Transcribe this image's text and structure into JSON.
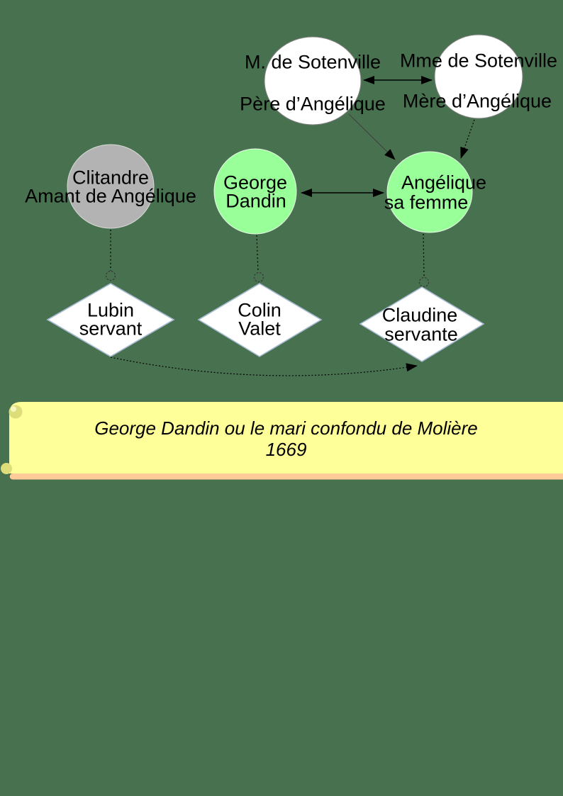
{
  "page": {
    "background": "#487150"
  },
  "diagram": {
    "nodes": {
      "sotenville_m": {
        "line1": "M. de Sotenville",
        "line2": "Père d’Angélique",
        "fill": "#FFFFFF"
      },
      "sotenville_mme": {
        "line1": "Mme de Sotenville",
        "line2": "Mère d’Angélique",
        "fill": "#FFFFFF"
      },
      "clitandre": {
        "line1": "Clitandre",
        "line2": "Amant de Angélique",
        "fill": "#B3B3B3"
      },
      "george": {
        "line1": "George",
        "line2": "Dandin",
        "fill": "#99FF99"
      },
      "angelique": {
        "line1": "Angélique",
        "line2": "sa femme",
        "fill": "#99FF99"
      },
      "lubin": {
        "line1": "Lubin",
        "line2": "servant",
        "fill": "#FFFFFF"
      },
      "colin": {
        "line1": "Colin",
        "line2": "Valet",
        "fill": "#FFFFFF"
      },
      "claudine": {
        "line1": "Claudine",
        "line2": "servante",
        "fill": "#FFFFFF"
      }
    },
    "colors": {
      "edge": "#000000",
      "circle_border": "#808080",
      "diamond_border": "#A6BAD2",
      "node_green": "#99FF99",
      "node_gray": "#B3B3B3"
    }
  },
  "banner": {
    "title": "George Dandin ou le mari confondu de Molière",
    "year": "1669",
    "fill": "#FFFF99",
    "underside": "#FFCC99",
    "curl": "#DDDD7A"
  }
}
